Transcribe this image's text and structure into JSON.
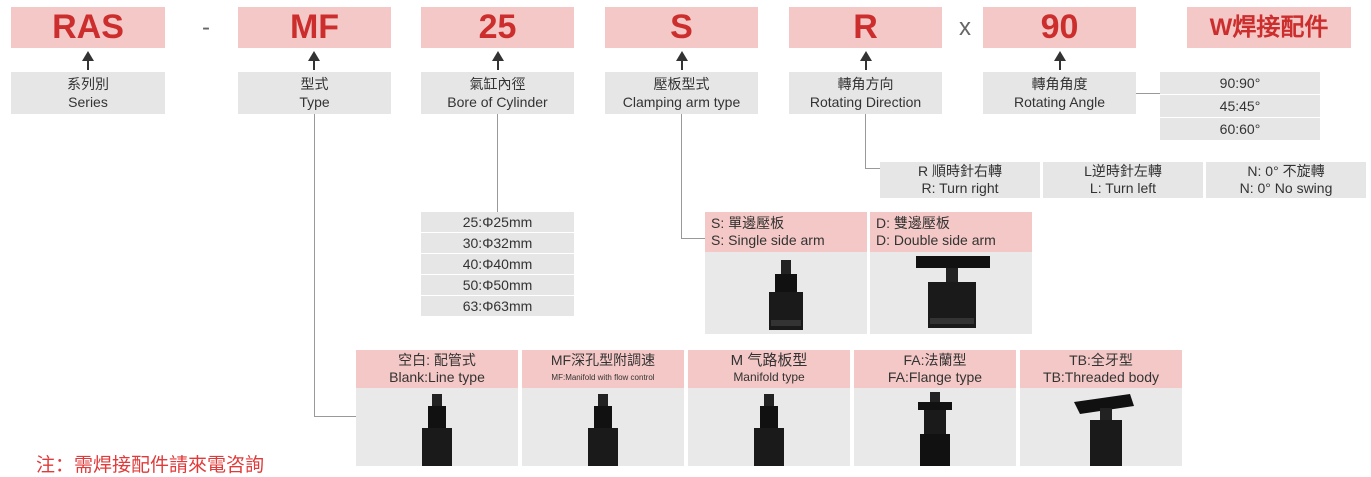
{
  "codes": {
    "series": "RAS",
    "dash": "-",
    "type": "MF",
    "bore": "25",
    "arm": "S",
    "direction": "R",
    "x": "x",
    "angle": "90",
    "welding": "W焊接配件"
  },
  "labels": {
    "series": [
      "系列別",
      "Series"
    ],
    "type": [
      "型式",
      "Type"
    ],
    "bore": [
      "氣缸內徑",
      "Bore of Cylinder"
    ],
    "arm": [
      "壓板型式",
      "Clamping arm type"
    ],
    "direction": [
      "轉角方向",
      "Rotating Direction"
    ],
    "angle": [
      "轉角角度",
      "Rotating Angle"
    ]
  },
  "angle_options": [
    "90:90°",
    "45:45°",
    "60:60°"
  ],
  "direction_options": [
    {
      "zh": "R 順時針右轉",
      "en": "R: Turn right"
    },
    {
      "zh": "L逆時針左轉",
      "en": "L: Turn left"
    },
    {
      "zh": "N: 0°  不旋轉",
      "en": "N: 0°  No swing"
    }
  ],
  "bore_options": [
    "25:Φ25mm",
    "30:Φ32mm",
    "40:Φ40mm",
    "50:Φ50mm",
    "63:Φ63mm"
  ],
  "arm_options": [
    {
      "zh": "S: 單邊壓板",
      "en": "S: Single side arm"
    },
    {
      "zh": "D: 雙邊壓板",
      "en": "D: Double side arm"
    }
  ],
  "type_options": [
    {
      "zh": "空白: 配管式",
      "en": "Blank:Line type"
    },
    {
      "zh": "MF深孔型附調速",
      "en": "MF:Manifold with flow control"
    },
    {
      "zh": "M 气路板型",
      "en": "Manifold  type"
    },
    {
      "zh": "FA:法蘭型",
      "en": "FA:Flange type"
    },
    {
      "zh": "TB:全牙型",
      "en": "TB:Threaded body"
    }
  ],
  "note": "注：需焊接配件請來電咨詢"
}
